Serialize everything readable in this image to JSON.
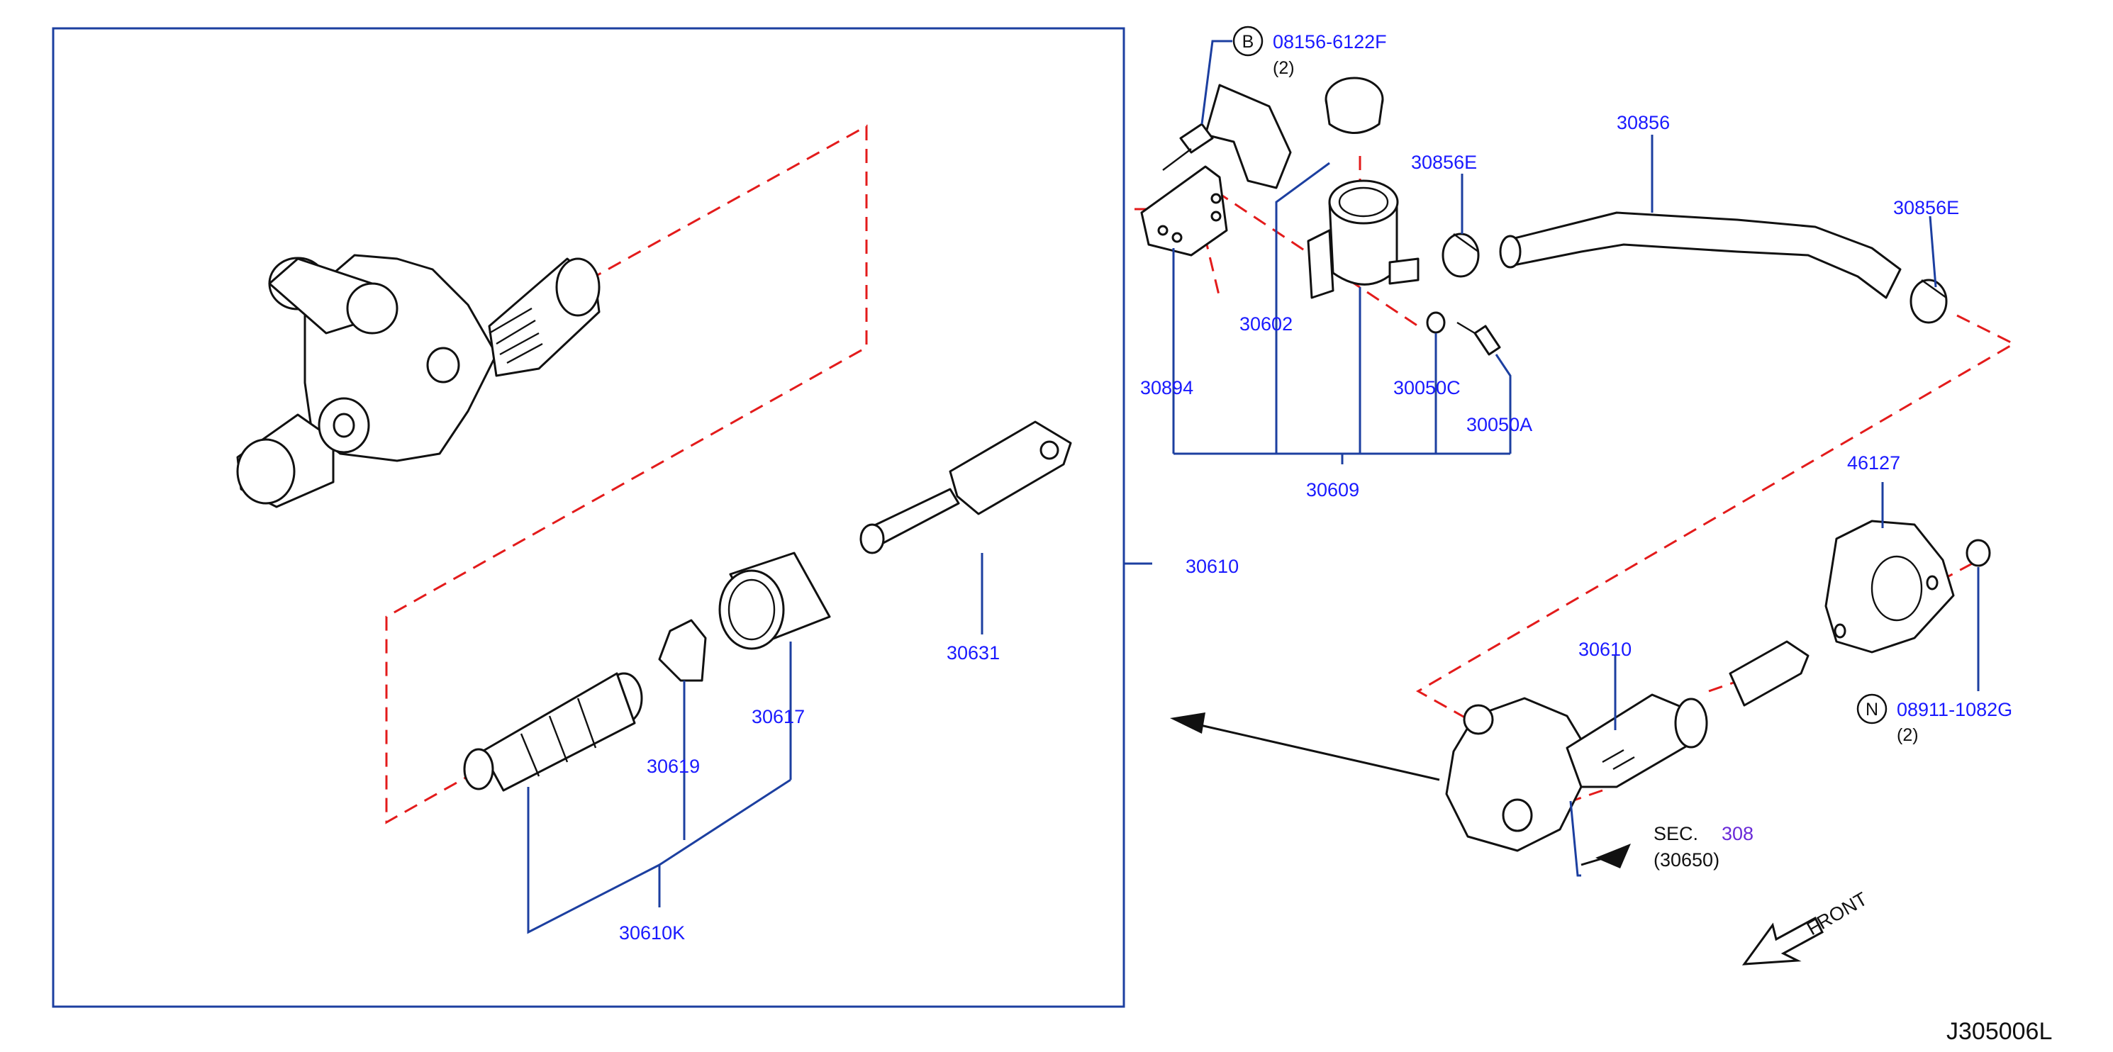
{
  "drawing_id": "J305006L",
  "labels": {
    "p08156": "08156-6122F",
    "p08156_qty": "(2)",
    "p08156_symbol": "B",
    "p30856": "30856",
    "p30856E_a": "30856E",
    "p30856E_b": "30856E",
    "p30602": "30602",
    "p30894": "30894",
    "p30050C": "30050C",
    "p30050A": "30050A",
    "p30609": "30609",
    "p46127": "46127",
    "p30610_ref": "30610",
    "p30631": "30631",
    "p30617": "30617",
    "p30619": "30619",
    "p30610K": "30610K",
    "p30610": "30610",
    "p08911": "08911-1082G",
    "p08911_qty": "(2)",
    "p08911_symbol": "N",
    "sec_prefix": "SEC.",
    "sec_number": "308",
    "sec_sub": "(30650)",
    "front": "FRONT"
  },
  "colors": {
    "label": "#1a1aff",
    "leader": "#1c3fa0",
    "dash": "#e31b1b",
    "outline": "#111111",
    "sec_ref": "#6a2ad8"
  }
}
